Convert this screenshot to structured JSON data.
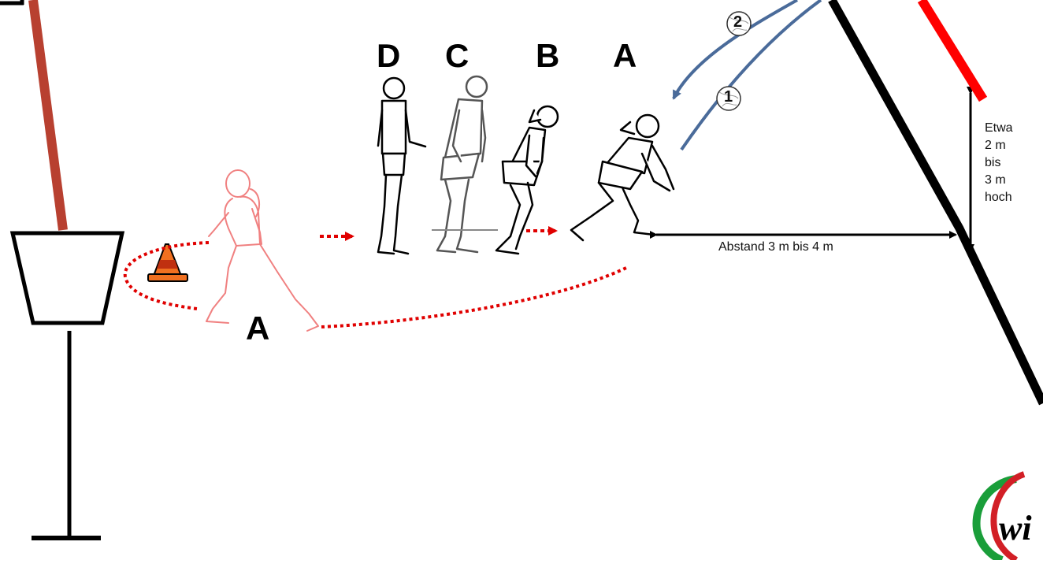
{
  "players": {
    "row_labels": [
      "D",
      "C",
      "B",
      "A"
    ],
    "runner_label": "A"
  },
  "measurements": {
    "distance_label": "Abstand 3 m bis 4 m",
    "height_lines": [
      "Etwa",
      "2 m",
      "bis",
      "3 m",
      "hoch"
    ]
  },
  "balls": {
    "ball_1": "1",
    "ball_2": "2"
  },
  "colors": {
    "post": "#c0392b",
    "antenna": "#ff0000",
    "net": "#000000",
    "path": "#e00000",
    "ball_arc": "#4a6b9a",
    "cone": "#f07020",
    "runner": "#f08080"
  },
  "icons": [
    "basket-icon",
    "cone-icon",
    "volleyball-icon",
    "logo"
  ]
}
